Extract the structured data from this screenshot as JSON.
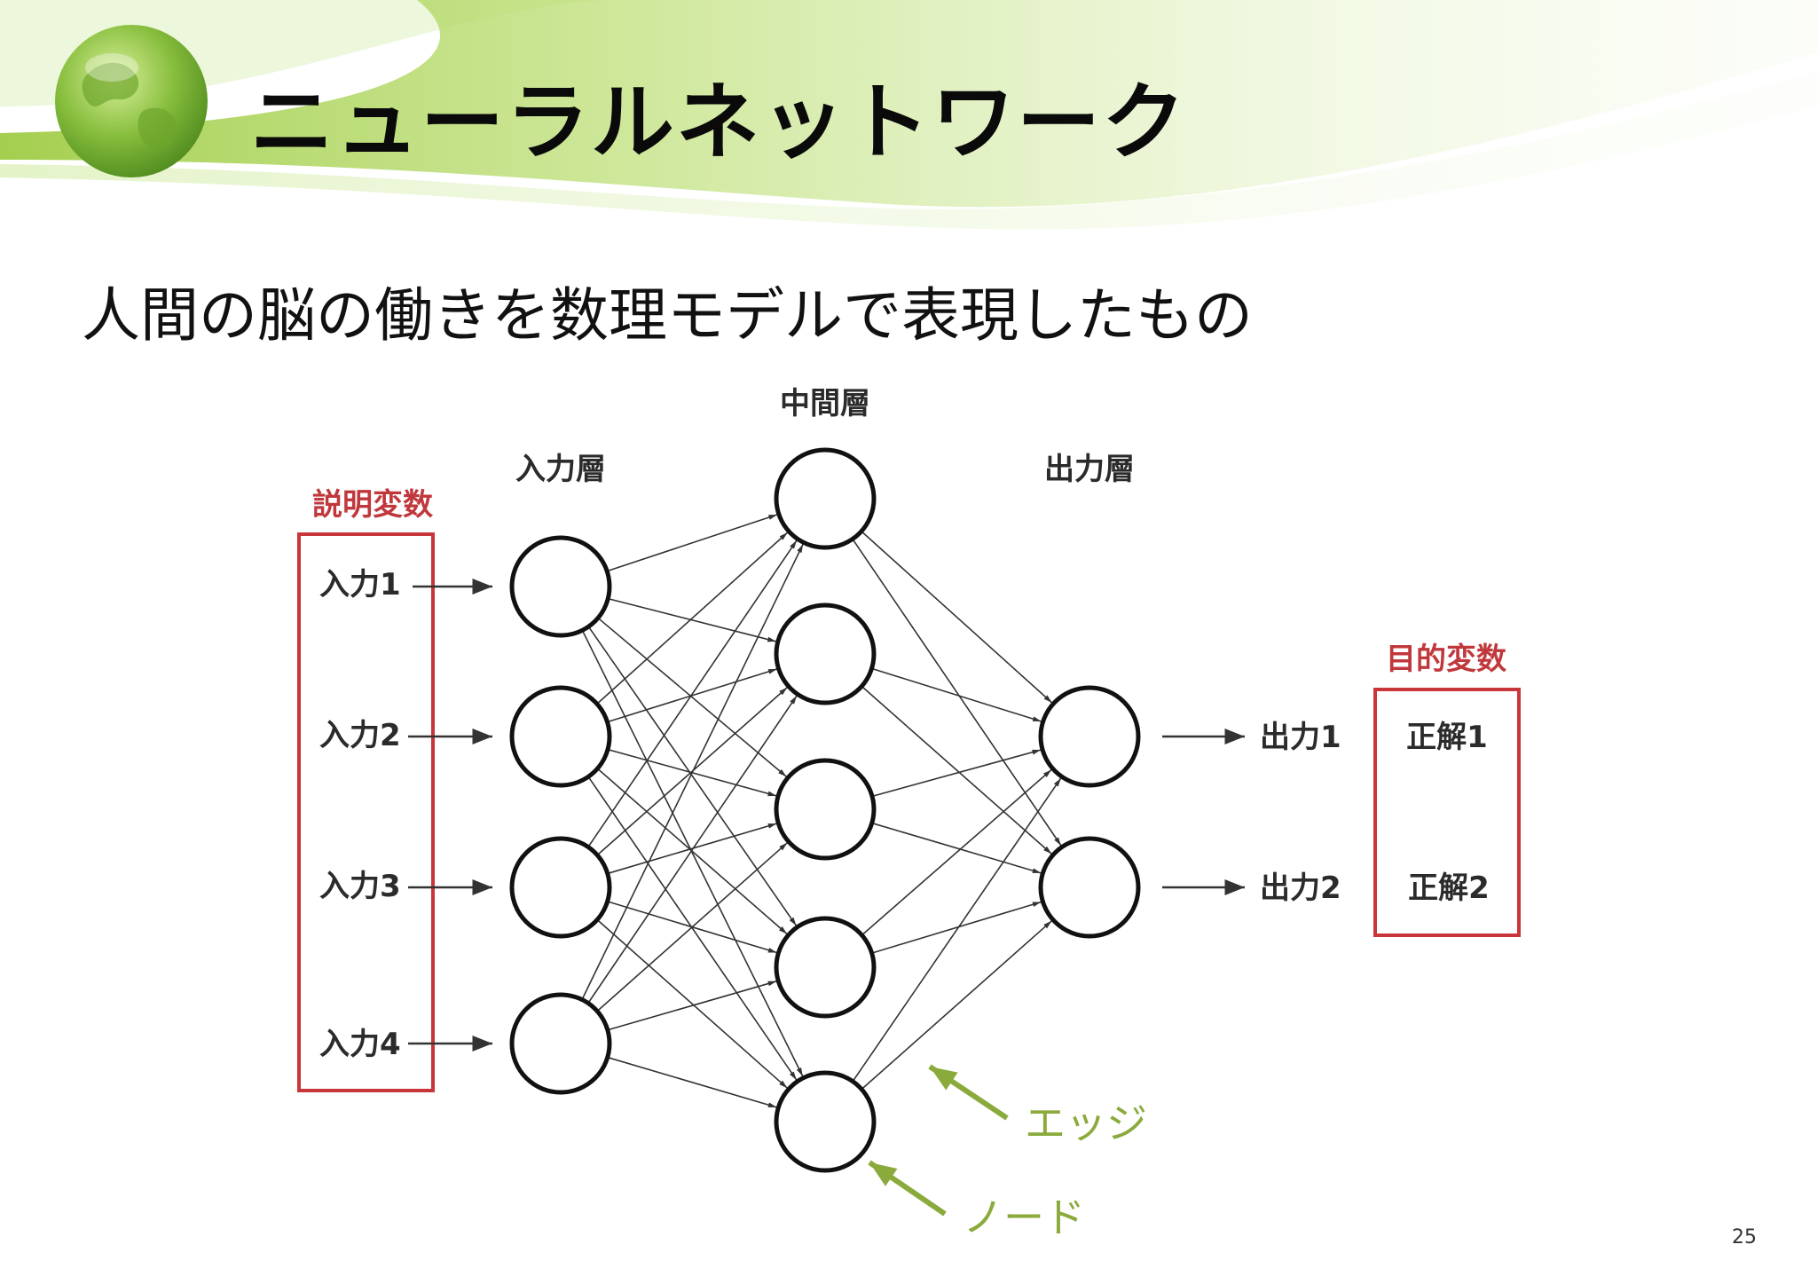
{
  "slide": {
    "title": "ニューラルネットワーク",
    "subtitle": "人間の脳の働きを数理モデルで表現したもの",
    "page_number": "25",
    "theme_icon": "globe-icon",
    "colors": {
      "title_band_green": "#9fcc45",
      "explanatory_box": "#c9363a",
      "annotation_green": "#8aaa3c",
      "node_stroke": "#111111",
      "edge": "#333333"
    }
  },
  "diagram": {
    "layers": {
      "input_header": "入力層",
      "hidden_header": "中間層",
      "output_header": "出力層"
    },
    "explanatory": {
      "header": "説明変数",
      "items": [
        "入力1",
        "入力2",
        "入力3",
        "入力4"
      ]
    },
    "target": {
      "header": "目的変数",
      "items": [
        "正解1",
        "正解2"
      ]
    },
    "outputs": [
      "出力1",
      "出力2"
    ],
    "node_counts": {
      "input": 4,
      "hidden": 5,
      "output": 2
    },
    "annotations": {
      "edge_label": "エッジ",
      "node_label": "ノード"
    }
  }
}
